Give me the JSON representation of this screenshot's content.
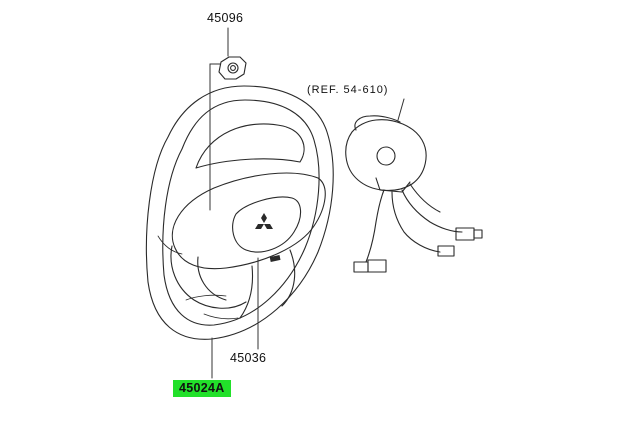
{
  "labels": {
    "nut": "45096",
    "clock_spring_ref": "(REF. 54-610)",
    "horn_pad": "45036",
    "steering_wheel": "45024A"
  },
  "colors": {
    "highlight": "#22e02a",
    "line": "#2a2a2a",
    "text": "#111111",
    "background": "#ffffff"
  }
}
